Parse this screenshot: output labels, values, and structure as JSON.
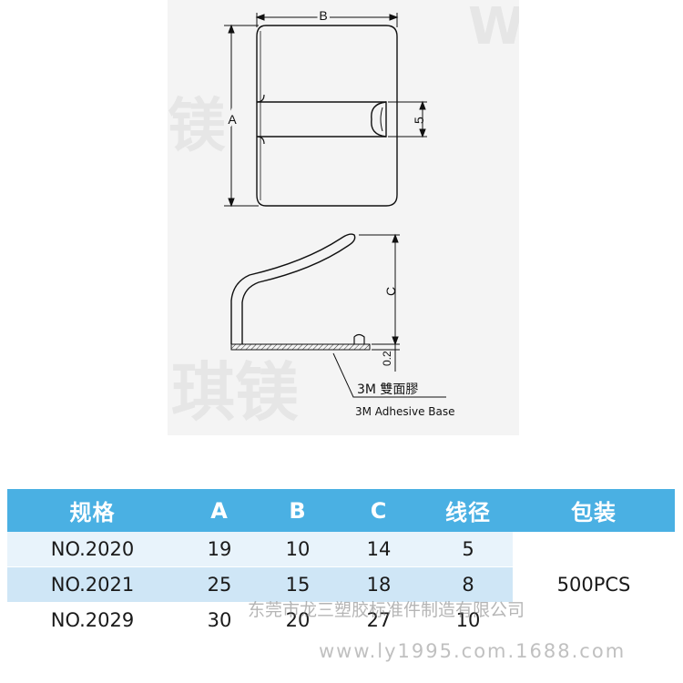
{
  "diagram": {
    "dimension_labels": {
      "b": "B",
      "a": "A",
      "slot": "5",
      "c": "C",
      "thickness": "0.2"
    },
    "adhesive_cn": "3M 雙面膠",
    "adhesive_en": "3M Adhesive Base",
    "watermark_top": "W",
    "watermark_left": "镁",
    "watermark_bottom": "琪镁"
  },
  "table": {
    "headers": [
      "规格",
      "A",
      "B",
      "C",
      "线径",
      "包装"
    ],
    "rows": [
      [
        "NO.2020",
        "19",
        "10",
        "14",
        "5"
      ],
      [
        "NO.2021",
        "25",
        "15",
        "18",
        "8"
      ],
      [
        "NO.2029",
        "30",
        "20",
        "27",
        "10"
      ]
    ],
    "packaging": "500PCS"
  },
  "watermarks": {
    "company": "东莞市龙三塑胶标准件制造有限公司",
    "site": "www.ly1995.com.1688.com"
  },
  "colors": {
    "header_bg": "#4ab0e3",
    "row_light": "#e8f3fb",
    "row_mid": "#cfe6f6"
  }
}
